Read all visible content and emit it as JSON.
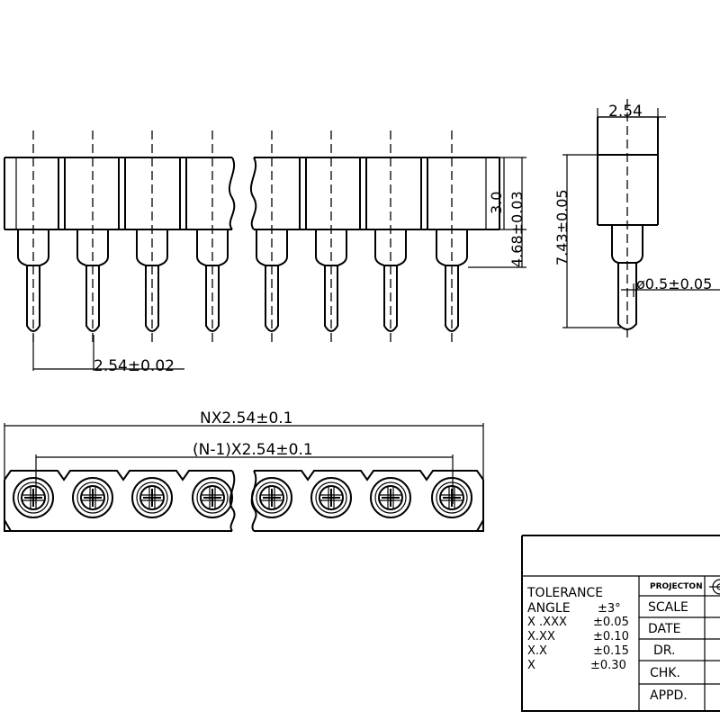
{
  "dimensions": {
    "pitch": "2.54±0.02",
    "body_height": "3.0",
    "pin_length": "4.68±0.03",
    "total_height": "7.43±0.05",
    "body_width": "2.54",
    "pin_diameter": "ø0.5±0.05",
    "overall_length": "NX2.54±0.1",
    "center_span": "(N-1)X2.54±0.1"
  },
  "tolerance": {
    "title": "TOLERANCE",
    "rows": [
      {
        "label": "ANGLE",
        "value": "±3°"
      },
      {
        "label": "X .XXX",
        "value": "±0.05"
      },
      {
        "label": "X.XX",
        "value": "±0.10"
      },
      {
        "label": "X.X",
        "value": "±0.15"
      },
      {
        "label": "X",
        "value": "±0.30"
      }
    ]
  },
  "title_block": {
    "projection": "PROJECTON",
    "fields": [
      "SCALE",
      "DATE",
      "DR.",
      "CHK.",
      "APPD."
    ]
  }
}
